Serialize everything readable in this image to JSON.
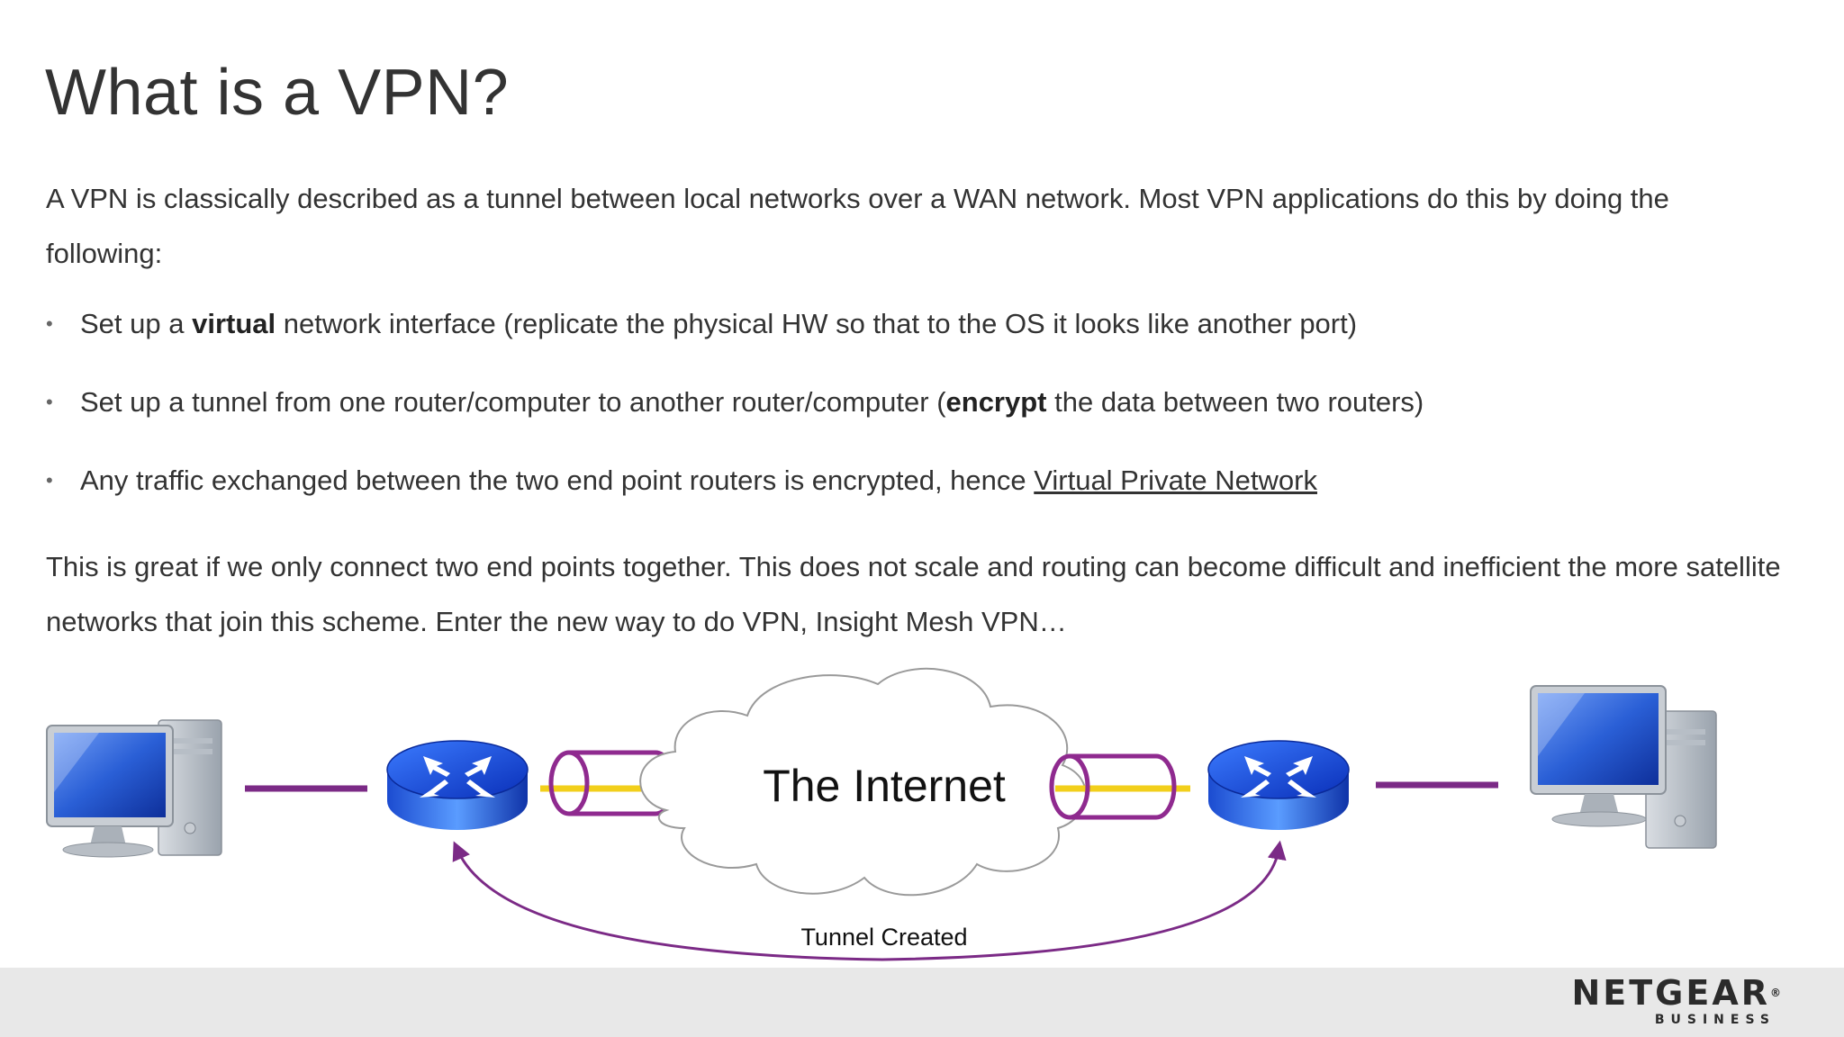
{
  "slide": {
    "title": "What is a VPN?",
    "intro": "A VPN is classically described as a tunnel between local networks over a WAN network. Most VPN applications do this by doing the following:",
    "bullets": [
      {
        "before": "Set up a ",
        "bold": "virtual",
        "after": " network interface (replicate the physical HW so that to the OS it looks like another port)"
      },
      {
        "before": "Set up a tunnel from one router/computer to another router/computer (",
        "bold": "encrypt",
        "after": " the data between two routers)"
      },
      {
        "before": "Any traffic exchanged between the two end point routers  is encrypted, hence ",
        "link": "Virtual Private Network"
      }
    ],
    "bullet_glyph": "•",
    "outro": "This is great if we only connect two end points together. This does not scale and routing can become difficult and inefficient the more satellite networks that join this scheme. Enter the new way to do VPN, Insight Mesh VPN…"
  },
  "diagram": {
    "cloud_label": "The Internet",
    "tunnel_label": "Tunnel Created",
    "colors": {
      "link_purple": "#7b2a86",
      "tunnel_yellow": "#f2cf1b",
      "router_blue": "#1d4fd8",
      "monitor_blue": "#2a5fd6"
    },
    "icons": [
      "computer-icon",
      "router-icon",
      "tunnel-pipe-icon",
      "cloud-icon"
    ]
  },
  "footer": {
    "logo_main": "NETGEAR",
    "logo_mark": "®",
    "logo_sub": "BUSINESS",
    "bg_color": "#e8e8e8"
  }
}
